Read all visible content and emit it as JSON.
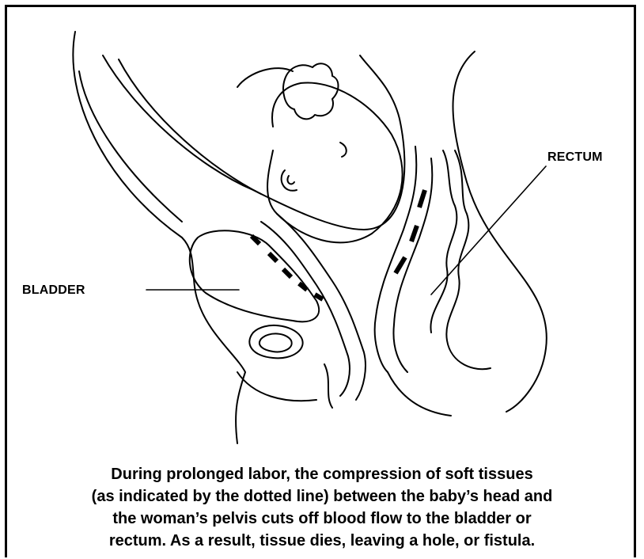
{
  "labels": {
    "bladder": "BLADDER",
    "rectum": "RECTUM"
  },
  "caption": {
    "line1": "During prolonged labor, the compression of soft tissues",
    "line2": "(as indicated by the dotted line) between the baby’s head and",
    "line3": "the woman’s pelvis cuts off blood flow to the bladder or",
    "line4": "rectum. As a result, tissue dies, leaving a hole, or fistula."
  },
  "colors": {
    "ink": "#000000",
    "background": "#ffffff"
  }
}
